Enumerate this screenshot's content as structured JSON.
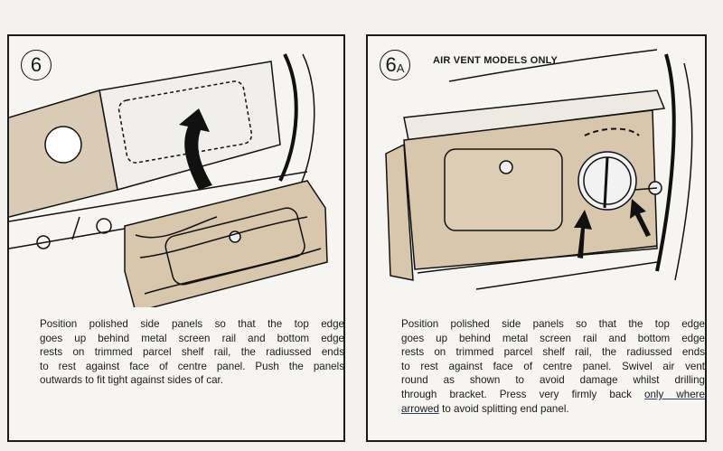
{
  "steps": [
    {
      "number": "6",
      "suffix": "",
      "heading": "",
      "lines": [
        "Position polished side panels so that the top edge",
        "goes up behind metal screen rail and bottom edge",
        "rests on trimmed parcel shelf rail, the radiussed ends",
        "to rest against face of centre panel. Push the panels",
        "outwards to fit tight against sides of car."
      ]
    },
    {
      "number": "6",
      "suffix": "A",
      "heading": "AIR VENT MODELS ONLY",
      "lines": [
        "Position polished side panels so that the top edge",
        "goes up behind metal screen rail and bottom edge",
        "rests on trimmed parcel shelf rail, the radiussed ends",
        "to rest against face of centre panel. Swivel air vent",
        "round as shown to avoid damage whilst drilling"
      ],
      "line6_plain": "through bracket. Press very firmly back ",
      "line6_underlined": "only where",
      "line7_underlined": "arrowed",
      "line7_plain": " to avoid splitting end panel."
    }
  ]
}
